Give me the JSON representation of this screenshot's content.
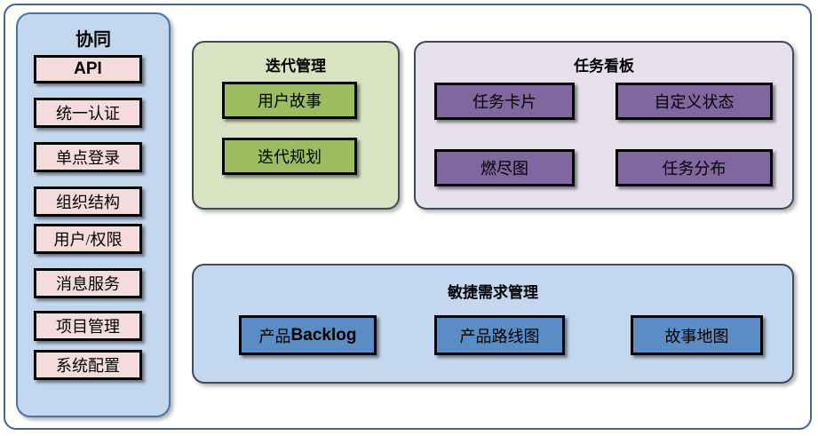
{
  "diagram": {
    "title_hidden": "",
    "colors": {
      "outer_frame": "#3f6694",
      "panel_border": "#3f4b58",
      "sidebar_bg": "#c3d7ee",
      "iteration_bg": "#d9e3c1",
      "taskboard_bg": "#e5e0ec",
      "agile_bg": "#c3d7ee",
      "pink_box": "#f5dcdc",
      "green_box": "#9bbc5f",
      "purple_box": "#8067a0",
      "blue_box": "#5b8cc4",
      "box_border": "#000000"
    }
  },
  "sidebar": {
    "title": "协同",
    "items": [
      {
        "label": "API"
      },
      {
        "label": "统一认证"
      },
      {
        "label": "单点登录"
      },
      {
        "label": "组织结构"
      },
      {
        "label": "用户/权限"
      },
      {
        "label": "消息服务"
      },
      {
        "label": "项目管理"
      },
      {
        "label": "系统配置"
      }
    ]
  },
  "iteration": {
    "title": "迭代管理",
    "items": [
      {
        "label": "用户故事"
      },
      {
        "label": "迭代规划"
      }
    ]
  },
  "taskboard": {
    "title": "任务看板",
    "items": [
      {
        "label": "任务卡片"
      },
      {
        "label": "自定义状态"
      },
      {
        "label": "燃尽图"
      },
      {
        "label": "任务分布"
      }
    ]
  },
  "agile": {
    "title": "敏捷需求管理",
    "items": [
      {
        "label_prefix": "产品",
        "label_bold": "Backlog",
        "label": "产品Backlog"
      },
      {
        "label": "产品路线图"
      },
      {
        "label": "故事地图"
      }
    ]
  }
}
